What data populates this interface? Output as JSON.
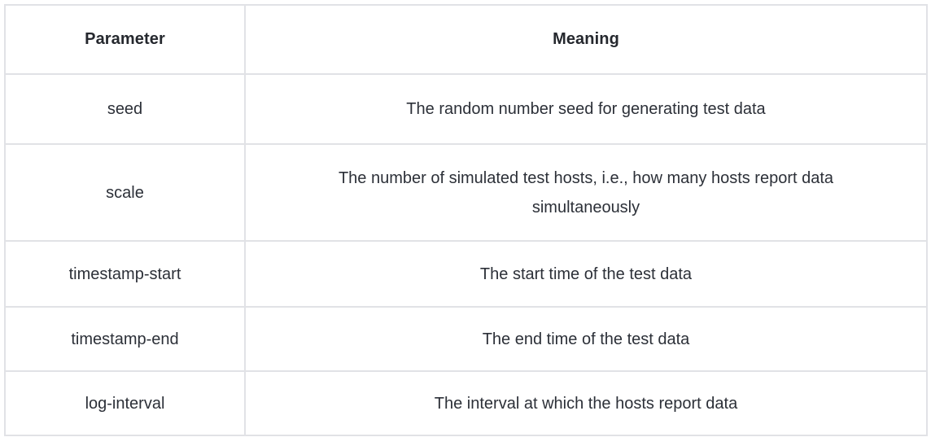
{
  "table": {
    "columns": [
      {
        "key": "parameter",
        "label": "Parameter"
      },
      {
        "key": "meaning",
        "label": "Meaning"
      }
    ],
    "rows": [
      {
        "parameter": "seed",
        "meaning": "The random number seed for generating test data"
      },
      {
        "parameter": "scale",
        "meaning": "The number of simulated test hosts, i.e., how many hosts report data simultaneously"
      },
      {
        "parameter": "timestamp-start",
        "meaning": "The start time of the test data"
      },
      {
        "parameter": "timestamp-end",
        "meaning": "The end time of the test data"
      },
      {
        "parameter": "log-interval",
        "meaning": "The interval at which the hosts report data"
      }
    ]
  },
  "style": {
    "border_color": "#e1e2e6",
    "header_text_color": "#25282e",
    "body_text_color": "#2c3038",
    "background_color": "#ffffff"
  }
}
